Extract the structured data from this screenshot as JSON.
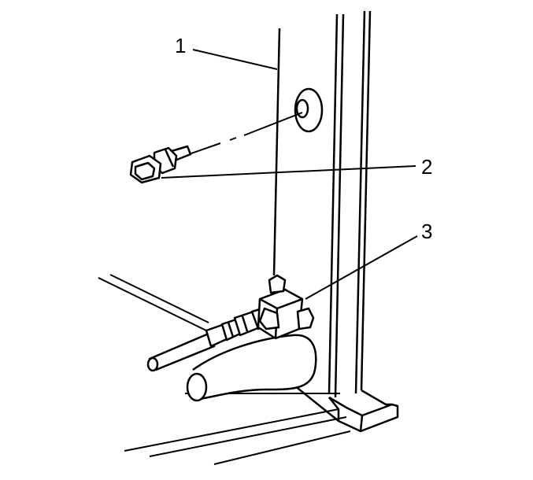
{
  "figure": {
    "callouts": [
      {
        "number": "1"
      },
      {
        "number": "2"
      },
      {
        "number": "3"
      }
    ]
  },
  "colors": {
    "line": "#000000",
    "background": "#ffffff"
  }
}
